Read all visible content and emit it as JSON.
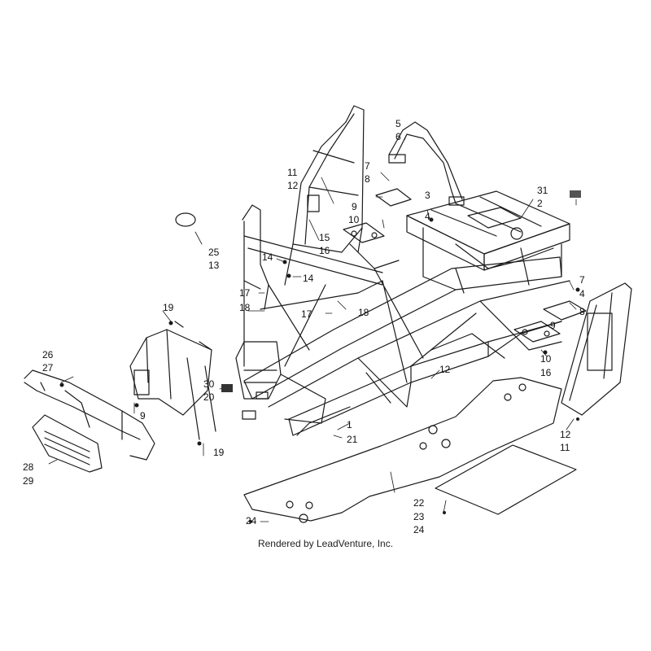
{
  "callouts": {
    "c1": "1",
    "c2": "2",
    "c3": "3",
    "c4a": "4",
    "c4b": "4",
    "c5": "5",
    "c6": "6",
    "c7a": "7",
    "c7b": "7",
    "c8a": "8",
    "c8b": "8",
    "c9a": "9",
    "c9b": "9",
    "c9c": "9",
    "c10a": "10",
    "c10b": "10",
    "c11a": "11",
    "c11b": "11",
    "c12a": "12",
    "c12b": "12",
    "c12c": "12",
    "c13": "13",
    "c14a": "14",
    "c14b": "14",
    "c15": "15",
    "c16a": "16",
    "c16b": "16",
    "c17a": "17",
    "c17b": "17",
    "c18a": "18",
    "c18b": "18",
    "c19a": "19",
    "c19b": "19",
    "c20": "20",
    "c21": "21",
    "c22": "22",
    "c23": "23",
    "c24a": "24",
    "c24b": "24",
    "c25": "25",
    "c26": "26",
    "c27": "27",
    "c28": "28",
    "c29": "29",
    "c30": "30",
    "c31": "31"
  },
  "credit": "Rendered by LeadVenture, Inc.",
  "colors": {
    "ink": "#1a1a1a",
    "paper": "#ffffff"
  }
}
